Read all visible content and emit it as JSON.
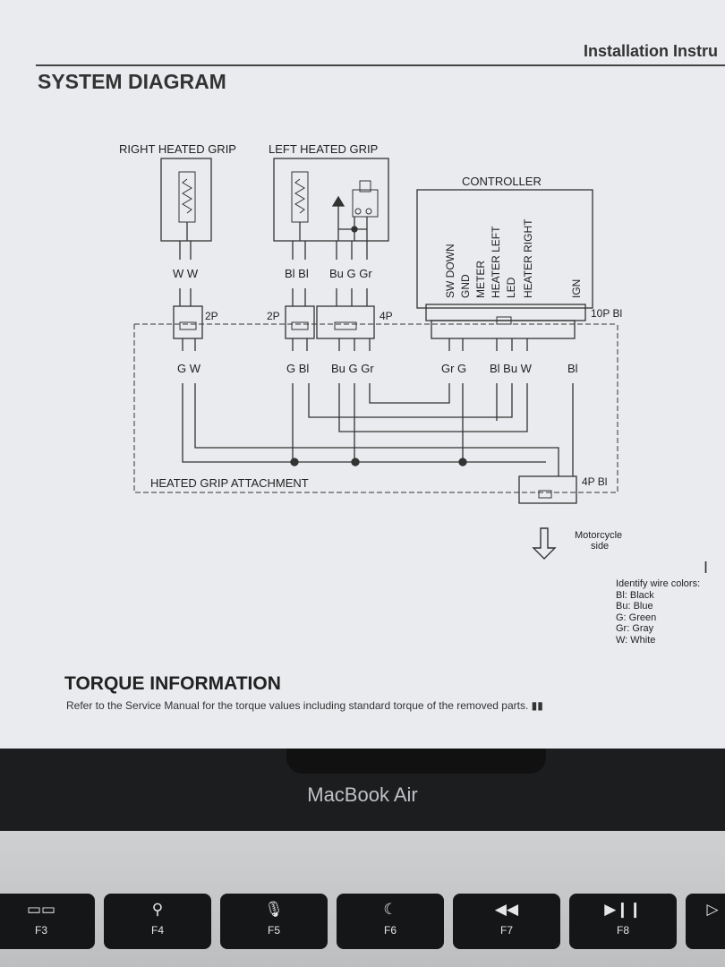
{
  "header": {
    "installation_title": "Installation Instru",
    "section_title": "SYSTEM DIAGRAM"
  },
  "diagram": {
    "right_grip": "RIGHT HEATED GRIP",
    "left_grip": "LEFT HEATED GRIP",
    "controller": "CONTROLLER",
    "controller_pins": [
      "SW DOWN",
      "GND",
      "METER",
      "HEATER LEFT",
      "LED",
      "HEATER RIGHT",
      "IGN"
    ],
    "upper_wires": {
      "right": "W W",
      "left_a": "Bl Bl",
      "left_b": "Bu G Gr"
    },
    "connectors": {
      "c2p_a": "2P",
      "c2p_b": "2P",
      "c4p": "4P",
      "c10p": "10P Bl",
      "c4p_bl": "4P Bl"
    },
    "lower_wires": {
      "gw": "G W",
      "gbl": "G Bl",
      "bugr": "Bu G Gr",
      "grg": "Gr G",
      "blbuw": "Bl Bu W",
      "bl": "Bl"
    },
    "attachment_label": "HEATED GRIP ATTACHMENT",
    "motorcycle_line1": "Motorcycle",
    "motorcycle_line2": "side"
  },
  "legend": {
    "title": "Identify wire colors:",
    "items": [
      "Bl: Black",
      "Bu: Blue",
      "G: Green",
      "Gr: Gray",
      "W: White"
    ]
  },
  "torque": {
    "title": "TORQUE INFORMATION",
    "text": "Refer to the Service Manual for the torque values including standard torque of the removed parts."
  },
  "laptop": {
    "brand": "MacBook Air"
  },
  "keys": [
    {
      "icon": "▭▭",
      "label": "F3"
    },
    {
      "icon": "⚲",
      "label": "F4"
    },
    {
      "icon": "🎙",
      "label": "F5"
    },
    {
      "icon": "☾",
      "label": "F6"
    },
    {
      "icon": "◀◀",
      "label": "F7"
    },
    {
      "icon": "▶❙❙",
      "label": "F8"
    }
  ]
}
